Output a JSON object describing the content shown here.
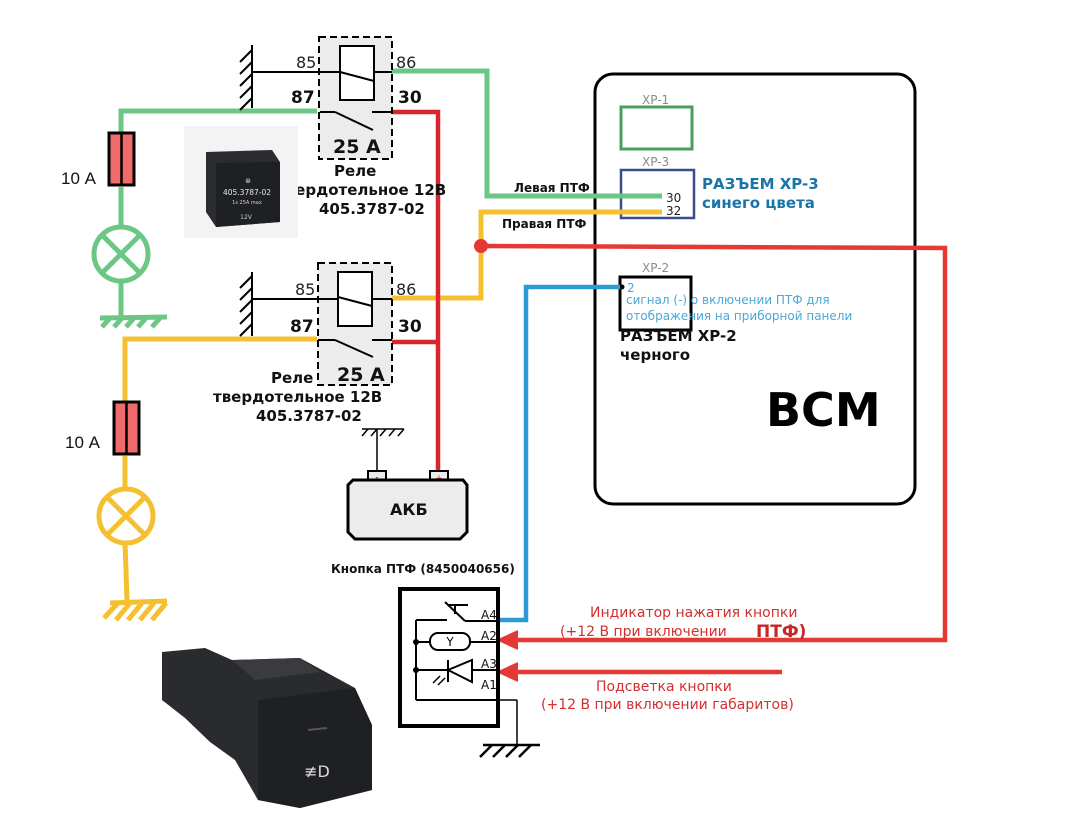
{
  "relays": [
    {
      "id": "upper",
      "pin_85": "85",
      "pin_86": "86",
      "pin_87": "87",
      "pin_30": "30",
      "current": "25 А",
      "caption_line1": "Реле",
      "caption_line2": "твердотельное 12В",
      "caption_line3": "405.3787-02"
    },
    {
      "id": "lower",
      "pin_85": "85",
      "pin_86": "86",
      "pin_87": "87",
      "pin_30": "30",
      "current": "25 А",
      "caption_line1": "Реле",
      "caption_line2": "твердотельное 12В",
      "caption_line3": "405.3787-02"
    }
  ],
  "relay_photo": {
    "part_number": "405.3787-02",
    "line2": "1s    25A max",
    "voltage": "12V"
  },
  "fuses": [
    {
      "label": "10 А",
      "color": "#f06b6b"
    },
    {
      "label": "10 А",
      "color": "#f06b6b"
    }
  ],
  "wires": {
    "left_fog": {
      "label": "Левая ПТФ",
      "color": "#6cc784"
    },
    "right_fog": {
      "label": "Правая ПТФ",
      "color": "#f4c030"
    },
    "power": {
      "color": "#e53935"
    },
    "signal": {
      "color": "#2b9ad6"
    },
    "ground": {
      "color": "#000000"
    }
  },
  "battery": {
    "label": "АКБ",
    "neg": "-",
    "pos": "+"
  },
  "bcm": {
    "label": "BCM",
    "xp1": {
      "label": "XP-1",
      "color": "#4a9e62"
    },
    "xp3": {
      "label": "XP-3",
      "color": "#3a4d8f",
      "title_line1": "РАЗЪЕМ XP-3",
      "title_line2": "синего цвета",
      "pins": [
        "30",
        "32"
      ]
    },
    "xp2": {
      "label": "XP-2",
      "pin": "2",
      "note_line1": "сигнал (-) о включении ПТФ для",
      "note_line2": "отображения на приборной панели",
      "title_line1": "РАЗЪЕМ XP-2",
      "title_line2": "черного"
    }
  },
  "button": {
    "title": "Кнопка ПТФ (8450040656)",
    "pins": [
      "A4",
      "A2",
      "A3",
      "A1"
    ],
    "coil_label": "Y"
  },
  "annotations": {
    "indicator_line1": "Индикатор нажатия кнопки",
    "indicator_line2": "(+12 В при включении",
    "indicator_line2_emph": "ПТФ)",
    "backlight_line1": "Подсветка кнопки",
    "backlight_line2": "(+12 В при включении габаритов)"
  }
}
